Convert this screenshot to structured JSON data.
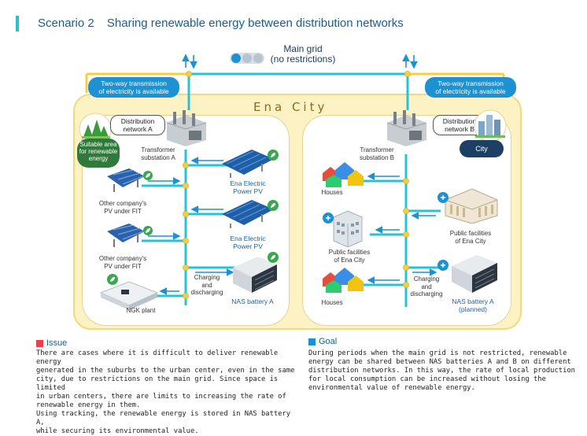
{
  "header": {
    "scenario": "Scenario 2",
    "title": "Sharing renewable energy between distribution networks"
  },
  "grid": {
    "line1": "Main grid",
    "line2": "(no restrictions)"
  },
  "bubbles": {
    "left": [
      "Two-way transmission",
      "of electricity is available"
    ],
    "right": [
      "Two-way transmission",
      "of electricity is available"
    ]
  },
  "city": {
    "title": "Ena City"
  },
  "left": {
    "network": [
      "Distribution",
      "network A"
    ],
    "suitable": [
      "Suitable area",
      "for renewable",
      "energy"
    ],
    "transformer": [
      "Transformer",
      "substation A"
    ],
    "pv1": [
      "Ena Electric",
      "Power PV"
    ],
    "pv2": [
      "Ena Electric",
      "Power PV"
    ],
    "other1": [
      "Other company's",
      "PV under FIT"
    ],
    "other2": [
      "Other company's",
      "PV under FIT"
    ],
    "charging": [
      "Charging",
      "and",
      "discharging"
    ],
    "battery": "NAS battery A",
    "ngk": "NGK plant"
  },
  "right": {
    "network": [
      "Distribution",
      "network B"
    ],
    "city": "City",
    "transformer": [
      "Transformer",
      "substation B"
    ],
    "houses1": "Houses",
    "houses2": "Houses",
    "public1": [
      "Public facilities",
      "of Ena City"
    ],
    "public2": [
      "Public facilities",
      "of Ena City"
    ],
    "charging": [
      "Charging",
      "and",
      "discharging"
    ],
    "battery": [
      "NAS battery A",
      "(planned)"
    ]
  },
  "issue": {
    "heading": "Issue",
    "color": "#e8404f",
    "lines": [
      " There are cases where it is difficult to deliver renewable energy",
      "generated in the suburbs to the urban center, even in the same",
      "city, due to restrictions on the main grid. Since space is limited",
      "in urban centers, there are limits to increasing the rate of",
      "renewable energy in them.",
      " Using tracking, the renewable energy is stored in NAS battery A,",
      "while securing its environmental value."
    ]
  },
  "goal": {
    "heading": "Goal",
    "color": "#1c92d2",
    "lines": [
      " During periods when the main grid is not restricted, renewable",
      "energy can be shared between NAS batteries A and B on different",
      "distribution networks. In this way, the rate of local production",
      "for local consumption can be increased without losing the",
      "environmental value of renewable energy."
    ]
  },
  "colors": {
    "line": "#27c3d4",
    "arrow": "#1c92d2",
    "accent_yellow": "#f4d03f"
  }
}
